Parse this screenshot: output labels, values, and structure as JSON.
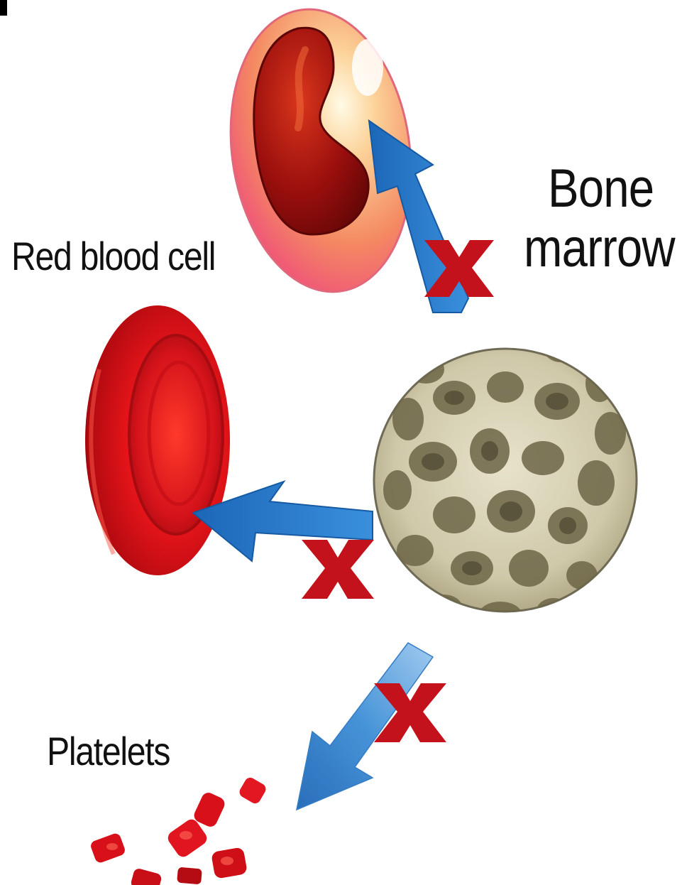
{
  "labels": {
    "red_blood_cell": "Red blood cell",
    "bone": "Bone",
    "marrow": "marrow",
    "platelets": "Platelets"
  },
  "colors": {
    "arrow_blue": "#1f6fc0",
    "blocked_x_red": "#c0141c",
    "red_blood_cell": "#e0161c",
    "white_blood_cell_outer": "#f7a06a",
    "white_blood_cell_nucleus": "#8a0c0c",
    "bone_marrow": "#cdc7aa",
    "platelet": "#d8101a"
  },
  "icons": {
    "white_cell": "white-blood-cell-icon",
    "red_cell": "red-blood-cell-icon",
    "marrow": "bone-marrow-icon",
    "platelets": "platelets-icon",
    "blocked": "x-mark-icon",
    "arrow": "arrow-icon"
  }
}
